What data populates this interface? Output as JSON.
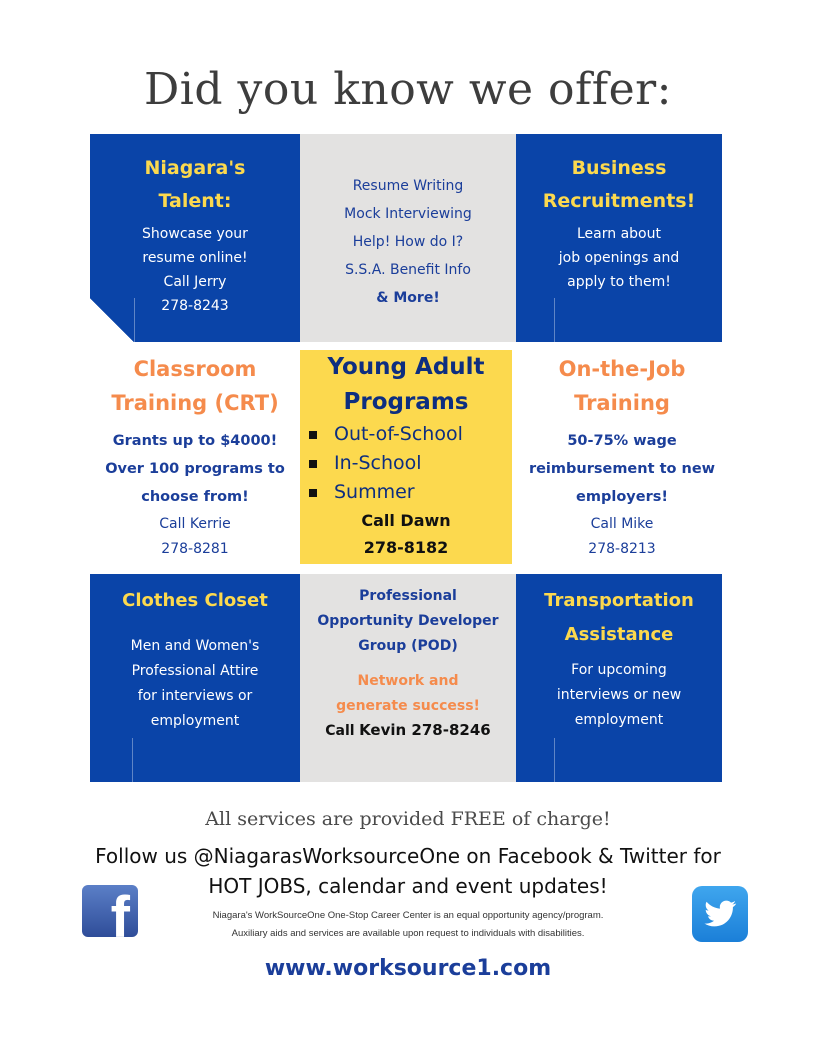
{
  "title": "Did you know we offer:",
  "niagara": {
    "heading": [
      "Niagara's",
      "Talent:"
    ],
    "lines": [
      "Showcase your",
      "resume online!",
      "Call Jerry",
      "278-8243"
    ]
  },
  "resume": {
    "lines": [
      "Resume Writing",
      "Mock Interviewing",
      "Help! How do I?",
      "S.S.A. Benefit Info"
    ],
    "more": "& More!"
  },
  "business": {
    "heading": [
      "Business",
      "Recruitments!"
    ],
    "lines": [
      "Learn about",
      "job openings and",
      "apply to them!"
    ]
  },
  "classroom": {
    "heading": [
      "Classroom",
      "Training (CRT)"
    ],
    "bold_lines": [
      "Grants up to $4000!",
      "Over 100 programs to",
      "choose from!"
    ],
    "call": "Call  Kerrie",
    "phone": "278-8281"
  },
  "young_adult": {
    "heading": [
      "Young Adult",
      "Programs"
    ],
    "items": [
      "Out-of-School",
      "In-School",
      "Summer"
    ],
    "call": "Call Dawn",
    "phone": "278-8182"
  },
  "ojt": {
    "heading": [
      "On-the-Job",
      "Training"
    ],
    "bold_lines": [
      "50-75% wage",
      "reimbursement to new",
      "employers!"
    ],
    "call": "Call Mike",
    "phone": "278-8213"
  },
  "clothes": {
    "heading": "Clothes Closet",
    "lines": [
      "Men and Women's",
      "Professional Attire",
      "for interviews or",
      "employment"
    ]
  },
  "pod": {
    "heading": [
      "Professional",
      "Opportunity Developer",
      "Group (POD)"
    ],
    "orange": [
      "Network and",
      "generate success!"
    ],
    "call_label": "Call",
    "call_name_phone": "Kevin  278-8246"
  },
  "transport": {
    "heading": [
      "Transportation",
      "Assistance"
    ],
    "lines": [
      "For upcoming",
      "interviews or new",
      "employment"
    ]
  },
  "free_text": "All services are provided FREE of charge!",
  "follow": [
    "Follow us @NiagarasWorksourceOne on Facebook & Twitter for",
    "HOT JOBS, calendar and event updates!"
  ],
  "fine_print": [
    "Niagara's WorkSourceOne One-Stop Career Center is an equal opportunity agency/program.",
    "Auxiliary aids and services are available upon request to individuals with disabilities."
  ],
  "website": "www.worksource1.com",
  "icons": {
    "facebook": "facebook-icon",
    "twitter": "twitter-icon"
  },
  "colors": {
    "blue": "#0a44a8",
    "gray": "#e3e2e1",
    "yellow": "#fcd94e",
    "orange": "#f58b4c",
    "navy": "#1b3e9a"
  }
}
